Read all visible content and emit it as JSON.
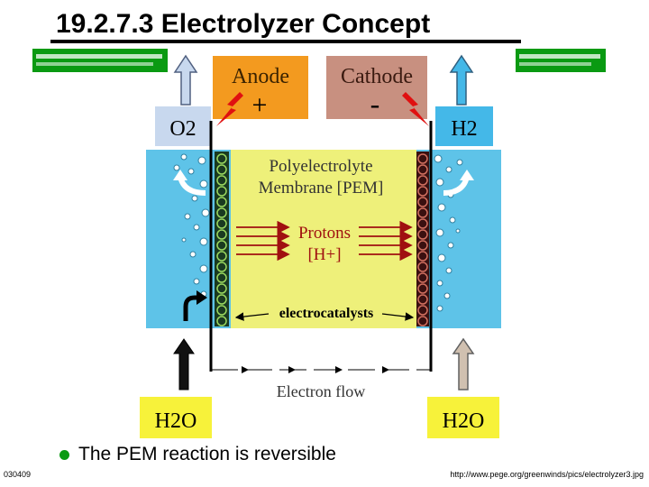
{
  "title": "19.2.7.3 Electrolyzer Concept",
  "diagram": {
    "anode_label": "Anode",
    "anode_sign": "+",
    "cathode_label": "Cathode",
    "cathode_sign": "-",
    "o2_label": "O2",
    "h2_label": "H2",
    "membrane_label_line1": "Polyelectrolyte",
    "membrane_label_line2": "Membrane [PEM]",
    "protons_label_line1": "Protons",
    "protons_label_line2": "[H+]",
    "electrocatalysts_label": "electrocatalysts",
    "electron_flow_label": "Electron flow",
    "h2o_left_label": "H2O",
    "h2o_right_label": "H2O",
    "colors": {
      "anode": "#f39a1f",
      "cathode": "#c89080",
      "water": "#5ec3e8",
      "membrane": "#eef07a",
      "gas_box": "#c8d8ee",
      "h2o_box": "#f7f23a",
      "accent_green": "#0a9a12"
    }
  },
  "bullet": "The PEM reaction is reversible",
  "footer_left": "030409",
  "footer_right": "http://www.pege.org/greenwinds/pics/electrolyzer3.jpg"
}
